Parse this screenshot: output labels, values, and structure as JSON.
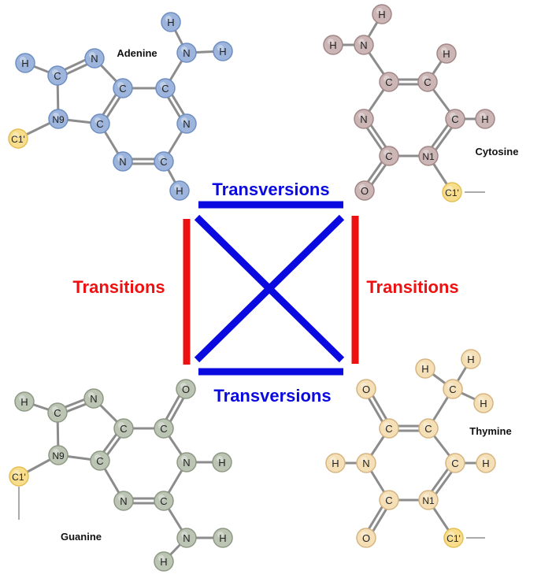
{
  "labels": {
    "transversions_top": "Transversions",
    "transversions_bottom": "Transversions",
    "transitions_left": "Transitions",
    "transitions_right": "Transitions"
  },
  "colors": {
    "transversion": "#0a0ae0",
    "transition": "#ee1111",
    "bond": "#8c8c8c"
  },
  "molecules": [
    {
      "key": "adenine",
      "name": "Adenine",
      "fill": "#9db5dc",
      "stroke": "#6f8fc2",
      "atoms": [
        {
          "t": "H"
        },
        {
          "t": "H"
        },
        {
          "t": "N"
        },
        {
          "t": "H"
        },
        {
          "t": "N"
        },
        {
          "t": "C"
        },
        {
          "t": "C"
        },
        {
          "t": "C"
        },
        {
          "t": "N9"
        },
        {
          "t": "C"
        },
        {
          "t": "N"
        },
        {
          "t": "C1'"
        },
        {
          "t": "N"
        },
        {
          "t": "C"
        },
        {
          "t": "H"
        }
      ]
    },
    {
      "key": "cytosine",
      "name": "Cytosine",
      "fill": "#cbb5b5",
      "stroke": "#a38787",
      "atoms": [
        {
          "t": "H"
        },
        {
          "t": "H"
        },
        {
          "t": "N"
        },
        {
          "t": "H"
        },
        {
          "t": "C"
        },
        {
          "t": "C"
        },
        {
          "t": "N"
        },
        {
          "t": "C"
        },
        {
          "t": "H"
        },
        {
          "t": "C"
        },
        {
          "t": "N1"
        },
        {
          "t": "O"
        },
        {
          "t": "C1'"
        }
      ]
    },
    {
      "key": "guanine",
      "name": "Guanine",
      "fill": "#bcc5b4",
      "stroke": "#8e9985",
      "atoms": [
        {
          "t": "O"
        },
        {
          "t": "H"
        },
        {
          "t": "N"
        },
        {
          "t": "C"
        },
        {
          "t": "C"
        },
        {
          "t": "C"
        },
        {
          "t": "N9"
        },
        {
          "t": "C"
        },
        {
          "t": "N"
        },
        {
          "t": "H"
        },
        {
          "t": "C1'"
        },
        {
          "t": "N"
        },
        {
          "t": "C"
        },
        {
          "t": "N"
        },
        {
          "t": "H"
        },
        {
          "t": "H"
        }
      ]
    },
    {
      "key": "thymine",
      "name": "Thymine",
      "fill": "#f5dfb6",
      "stroke": "#d6b582",
      "atoms": [
        {
          "t": "H"
        },
        {
          "t": "H"
        },
        {
          "t": "C"
        },
        {
          "t": "H"
        },
        {
          "t": "O"
        },
        {
          "t": "C"
        },
        {
          "t": "C"
        },
        {
          "t": "H"
        },
        {
          "t": "N"
        },
        {
          "t": "C"
        },
        {
          "t": "H"
        },
        {
          "t": "C"
        },
        {
          "t": "N1"
        },
        {
          "t": "O"
        },
        {
          "t": "C1'"
        }
      ]
    }
  ]
}
